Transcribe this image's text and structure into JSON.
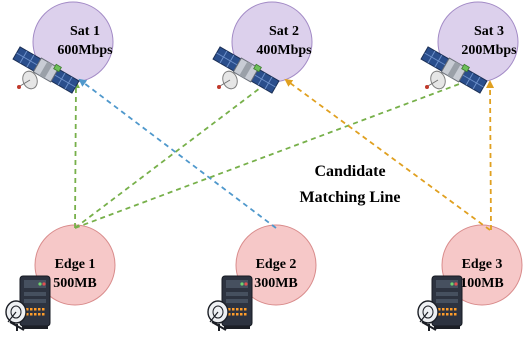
{
  "satellites": [
    {
      "name": "Sat 1",
      "bandwidth": "600Mbps"
    },
    {
      "name": "Sat 2",
      "bandwidth": "400Mbps"
    },
    {
      "name": "Sat 3",
      "bandwidth": "200Mbps"
    }
  ],
  "edges": [
    {
      "name": "Edge 1",
      "storage": "500MB"
    },
    {
      "name": "Edge 2",
      "storage": "300MB"
    },
    {
      "name": "Edge 3",
      "storage": "100MB"
    }
  ],
  "caption": {
    "line1": "Candidate",
    "line2": "Matching Line"
  },
  "colors": {
    "satellite_circle": "#dcd0ec",
    "satellite_stroke": "#a38bc6",
    "edge_circle": "#f6c8c8",
    "edge_stroke": "#d98c8c",
    "link_green": "#77b04a",
    "link_blue": "#4f98cc",
    "link_orange": "#e0a020"
  },
  "icons": {
    "satellite": "satellite-icon",
    "edge_server": "server-with-dish-icon"
  }
}
